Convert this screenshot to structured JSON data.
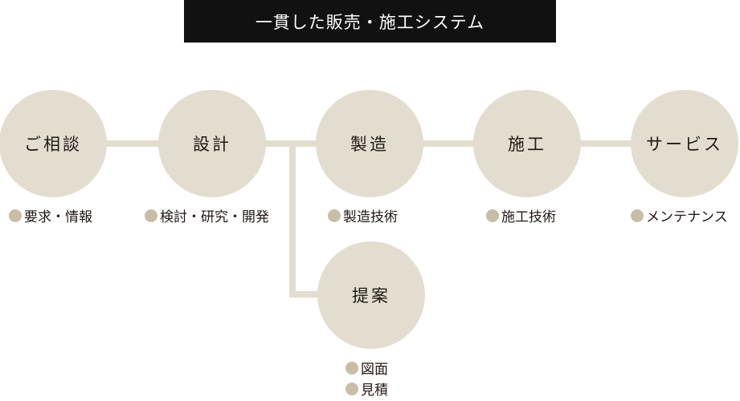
{
  "title": "一貫した販売・施工システム",
  "colors": {
    "title_background": "#111111",
    "title_text": "#ffffff",
    "node_fill": "#e3ddd0",
    "connector": "#e3ddd0",
    "bullet_dot": "#c8bda5",
    "text": "#231815"
  },
  "nodes": [
    {
      "label": "ご相談",
      "items": [
        "要求・情報"
      ]
    },
    {
      "label": "設計",
      "items": [
        "検討・研究・開発"
      ]
    },
    {
      "label": "製造",
      "items": [
        "製造技術"
      ]
    },
    {
      "label": "施工",
      "items": [
        "施工技術"
      ]
    },
    {
      "label": "サービス",
      "items": [
        "メンテナンス"
      ]
    },
    {
      "label": "提案",
      "items": [
        "図面",
        "見積"
      ]
    }
  ]
}
